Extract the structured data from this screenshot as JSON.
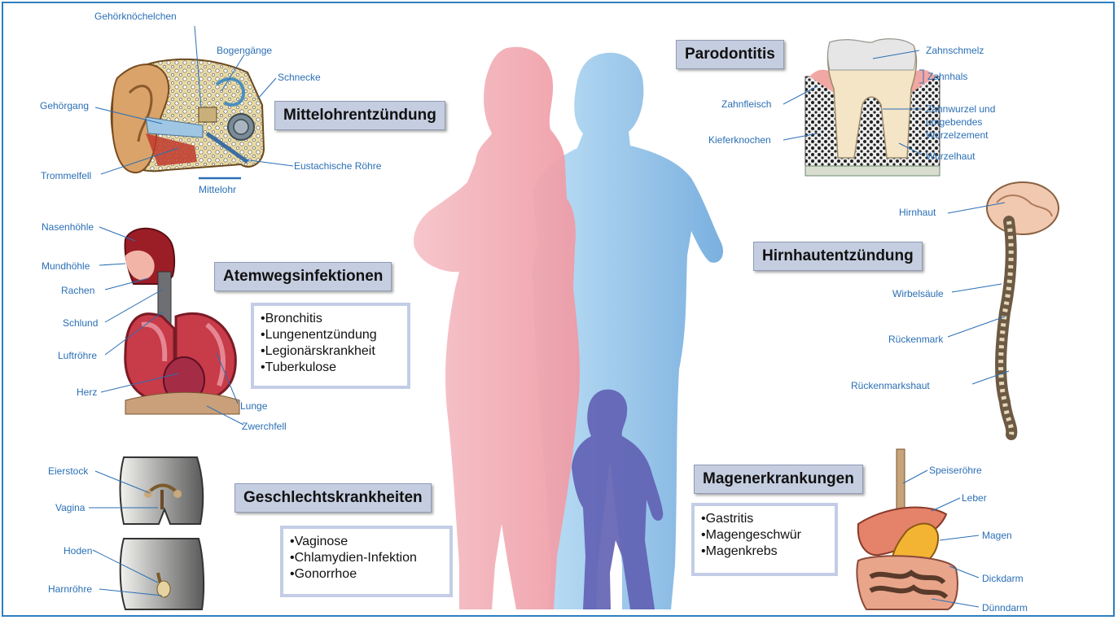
{
  "ear": {
    "title": "Mittelohrentzündung",
    "labels": {
      "ossicles": "Gehörknöchelchen",
      "canals": "Bogengänge",
      "cochlea": "Schnecke",
      "ear_canal": "Gehörgang",
      "eardrum": "Trommelfell",
      "eustachian": "Eustachische Röhre",
      "middle_ear": "Mittelohr"
    }
  },
  "respiratory": {
    "title": "Atemwegsinfektionen",
    "labels": {
      "nasal": "Nasenhöhle",
      "oral": "Mundhöhle",
      "throat": "Rachen",
      "gullet": "Schlund",
      "trachea": "Luftröhre",
      "heart": "Herz",
      "lung": "Lunge",
      "diaphragm": "Zwerchfell"
    },
    "diseases": [
      "Bronchitis",
      "Lungenentzündung",
      "Legionärskrankheit",
      "Tuberkulose"
    ]
  },
  "genital": {
    "title": "Geschlechtskrankheiten",
    "labels": {
      "ovary": "Eierstock",
      "vagina": "Vagina",
      "testes": "Hoden",
      "urethra": "Harnröhre"
    },
    "diseases": [
      "Vaginose",
      "Chlamydien-Infektion",
      "Gonorrhoe"
    ]
  },
  "tooth": {
    "title": "Parodontitis",
    "labels": {
      "enamel": "Zahnschmelz",
      "neck": "Zahnhals",
      "gum": "Zahnfleisch",
      "root_line1": "Zahnwurzel und",
      "root_line2": "umgebendes",
      "root_line3": "Wurzelzement",
      "jaw": "Kieferknochen",
      "root_skin": "Wurzelhaut"
    }
  },
  "brain": {
    "title": "Hirnhautentzündung",
    "labels": {
      "meninges": "Hirnhaut",
      "spine": "Wirbelsäule",
      "cord": "Rückenmark",
      "cord_skin": "Rückenmarkshaut"
    }
  },
  "stomach": {
    "title": "Magenerkrankungen",
    "labels": {
      "esophagus": "Speiseröhre",
      "liver": "Leber",
      "stomach": "Magen",
      "colon": "Dickdarm",
      "small_intestine": "Dünndarm"
    },
    "diseases": [
      "Gastritis",
      "Magengeschwür",
      "Magenkrebs"
    ]
  },
  "colors": {
    "frame": "#2d7fc0",
    "label": "#2a6fb5",
    "woman": "#f0a3ab",
    "man": "#8fc3ea",
    "child": "#5f5fb3",
    "title_bg": "#c5cde0"
  }
}
